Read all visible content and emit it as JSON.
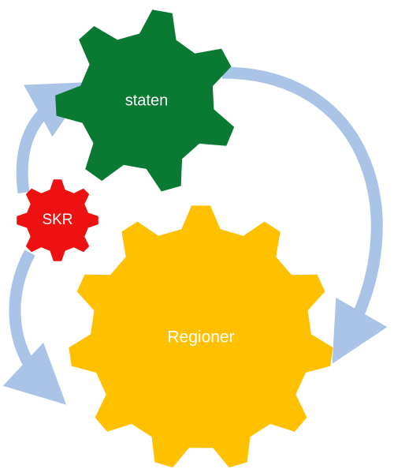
{
  "colors": {
    "arrow": "#A9C4E6",
    "staten": "#0A7A32",
    "skr": "#EE1111",
    "regioner": "#FFC000",
    "label": "#FFFFFF"
  },
  "gears": {
    "staten": {
      "label": "staten"
    },
    "skr": {
      "label": "SKR"
    },
    "regioner": {
      "label": "Regioner"
    }
  },
  "arrows": [
    {
      "from": "staten",
      "to": "regioner"
    },
    {
      "from": "skr",
      "to": "staten"
    },
    {
      "from": "skr",
      "to": "regioner"
    }
  ]
}
